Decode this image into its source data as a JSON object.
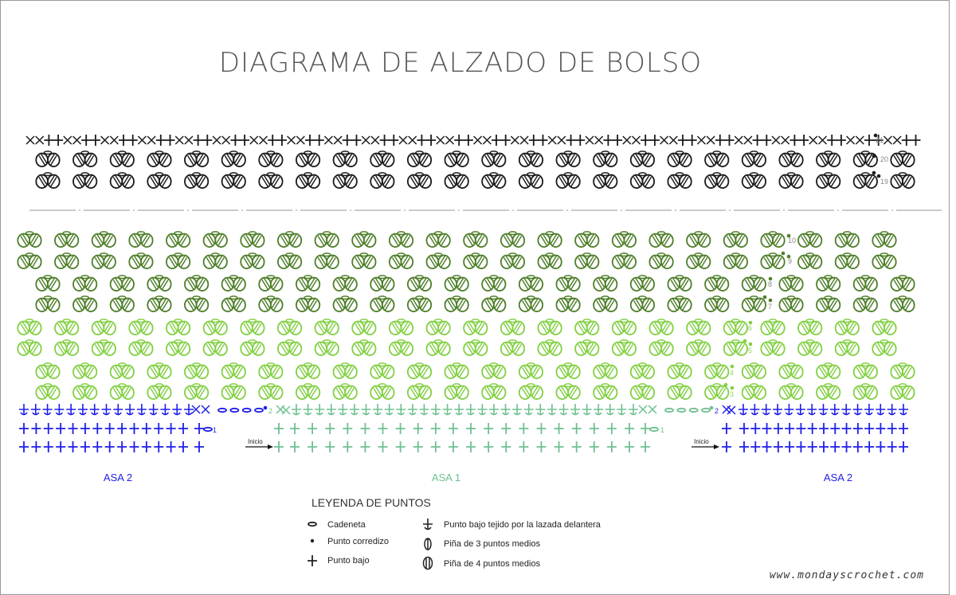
{
  "title": "DIAGRAMA DE ALZADO DE BOLSO",
  "colors": {
    "black": "#1c1c1c",
    "dark_green": "#4f7f2a",
    "light_green": "#83d044",
    "blue": "#1f1fe8",
    "teal_green": "#6fc090"
  },
  "rows": {
    "r21": "21",
    "r20": "20",
    "r19": "19",
    "r10": "10",
    "r9": "9",
    "r8": "8",
    "r7": "7",
    "r6": "6",
    "r5": "5",
    "r4": "4",
    "r3": "3",
    "r2": "2",
    "r1": "1"
  },
  "start_label": "Inicio",
  "handles": {
    "left": "ASA 2",
    "center": "ASA 1",
    "right": "ASA 2"
  },
  "legend": {
    "title": "LEYENDA DE PUNTOS",
    "items": [
      {
        "icon": "chain-icon",
        "label": "Cadeneta"
      },
      {
        "icon": "slip-stitch-icon",
        "label": "Punto corredizo"
      },
      {
        "icon": "single-crochet-icon",
        "label": "Punto bajo"
      },
      {
        "icon": "front-loop-sc-icon",
        "label": "Punto bajo tejido por la lazada delantera"
      },
      {
        "icon": "pineapple-3-icon",
        "label": "Piña de 3 puntos medios"
      },
      {
        "icon": "pineapple-4-icon",
        "label": "Piña de 4 puntos medios"
      }
    ]
  },
  "website": "www.mondayscrochet.com"
}
